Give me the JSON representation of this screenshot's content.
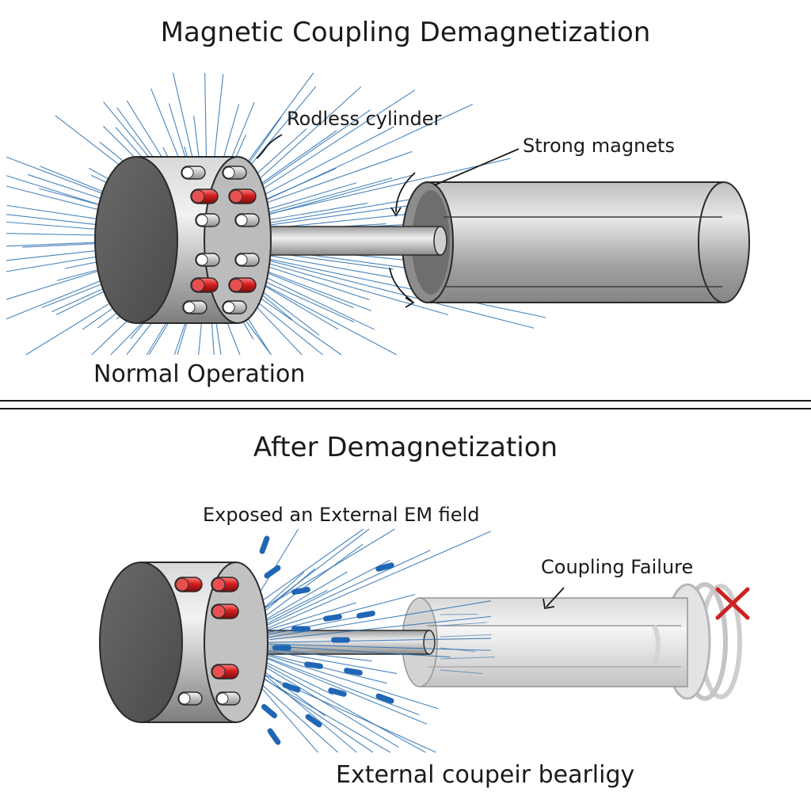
{
  "diagram": {
    "title": "Magnetic Coupling Demagnetization",
    "normal": {
      "heading": "Normal Operation",
      "rodless_cylinder_label": "Rodless cylinder",
      "strong_magnets_label": "Strong magnets"
    },
    "after": {
      "heading": "After Demagnetization",
      "exposed_label": "Exposed an External EM field",
      "coupling_failure_label": "Coupling Failure",
      "bottom_label": "External coupeir bearligy"
    },
    "colors": {
      "field_line": "#2a6fb0",
      "magnet_red": "#d41f1f",
      "failure_x": "#cc2222",
      "metal_dark": "#5a5a5a",
      "metal_light": "#e4e4e4"
    },
    "icons": [
      "failure-x-icon",
      "arrow-icon"
    ]
  }
}
